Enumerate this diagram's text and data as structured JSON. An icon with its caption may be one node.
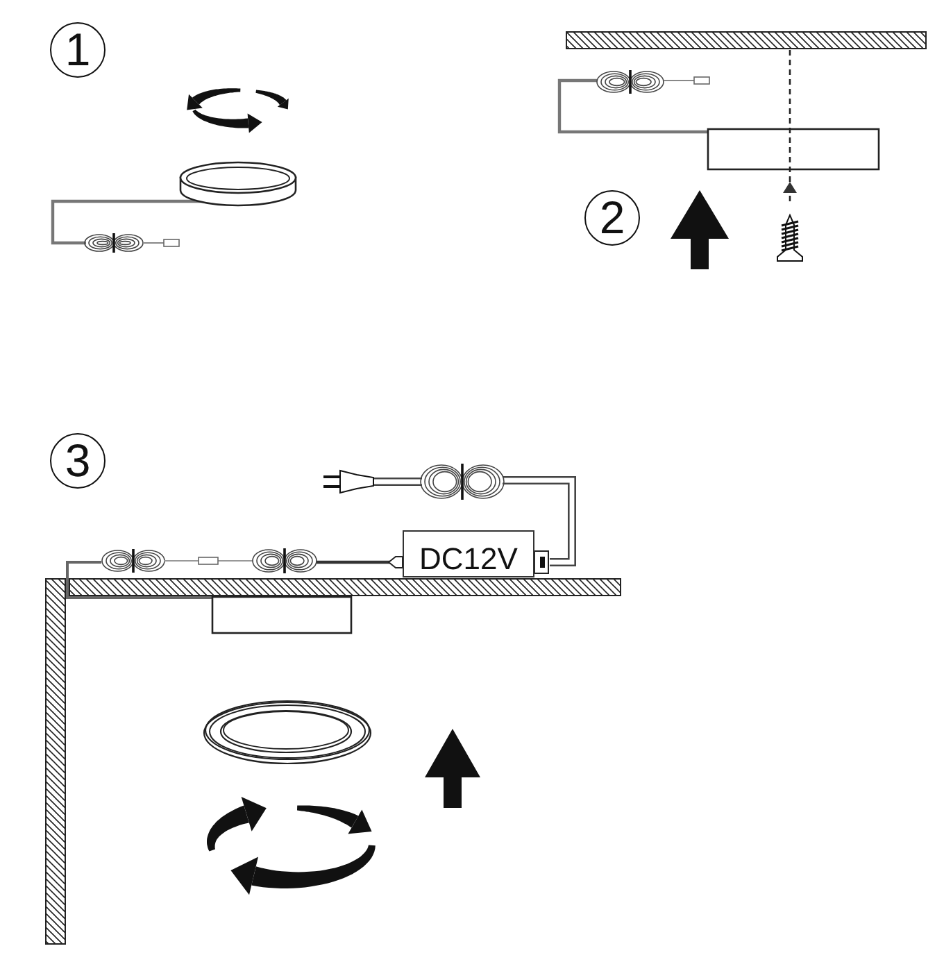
{
  "diagram": {
    "nodes": [
      {
        "text": [
          "DC12V"
        ]
      }
    ],
    "labels": [
      "1",
      "2",
      "3"
    ]
  }
}
